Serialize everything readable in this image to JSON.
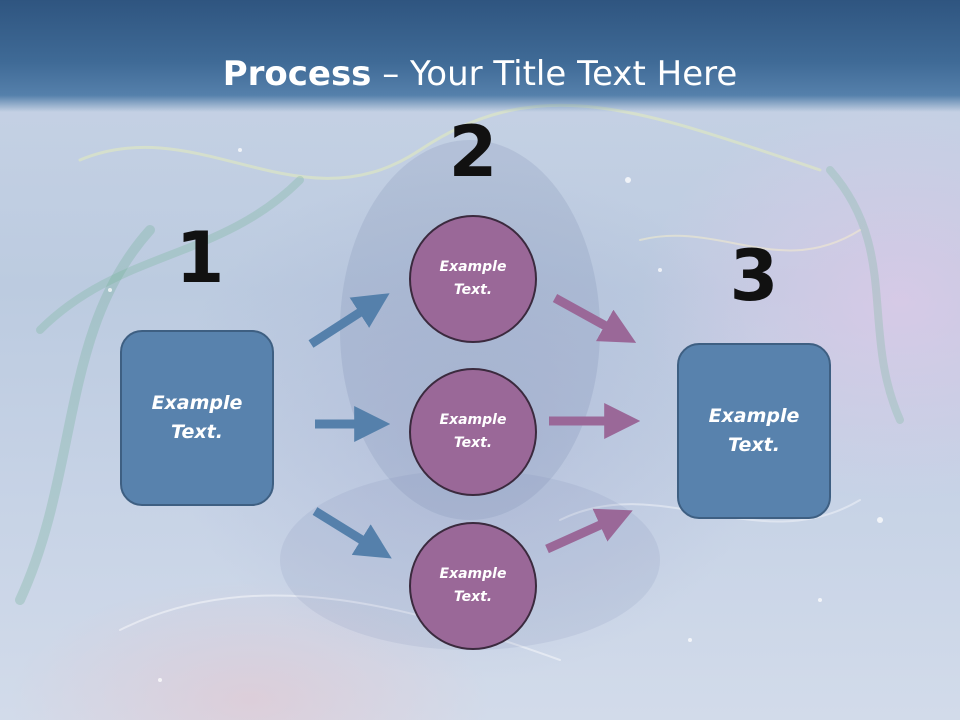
{
  "slide": {
    "title_bold": "Process",
    "title_rest": " – Your Title Text Here",
    "step_numbers": [
      "1",
      "2",
      "3"
    ],
    "left_box": {
      "text": "Example\nText."
    },
    "circles": [
      {
        "text": "Example\nText."
      },
      {
        "text": "Example\nText."
      },
      {
        "text": "Example\nText."
      }
    ],
    "right_box": {
      "text": "Example\nText."
    }
  },
  "colors": {
    "header": "#3f6a96",
    "box_fill": "#5882ad",
    "circle_fill": "#9a6898",
    "arrow_blue": "#5580ab",
    "arrow_purple": "#9a6898"
  }
}
